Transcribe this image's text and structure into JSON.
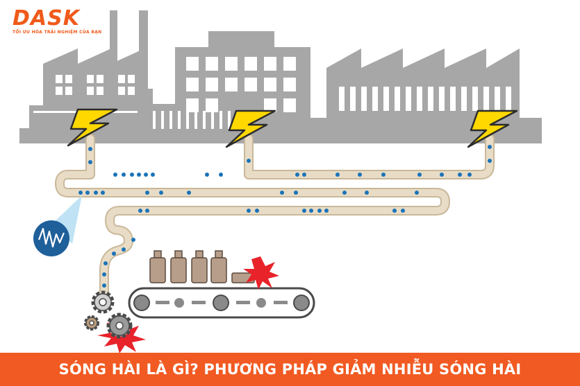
{
  "brand": {
    "name": "DASK",
    "tagline": "TỐI ƯU HÓA TRẢI NGHIỆM CỦA BẠN",
    "color": "#f05a1a"
  },
  "banner": {
    "title": "SÓNG HÀI LÀ GÌ? PHƯƠNG PHÁP GIẢM NHIỄU SÓNG HÀI",
    "background": "#f15a22",
    "text_color": "#ffffff"
  },
  "illustration": {
    "factory_color": "#a7a7a7",
    "pipe_color": "#e3d6bf",
    "dot_color": "#1a73b8",
    "lightning_color": "#ffd800",
    "burst_color": "#e8232a",
    "icons": [
      "factory-icon",
      "lightning-icon",
      "waveform-icon",
      "gear-icon",
      "conveyor-icon",
      "bottle-icon",
      "burst-icon"
    ]
  }
}
